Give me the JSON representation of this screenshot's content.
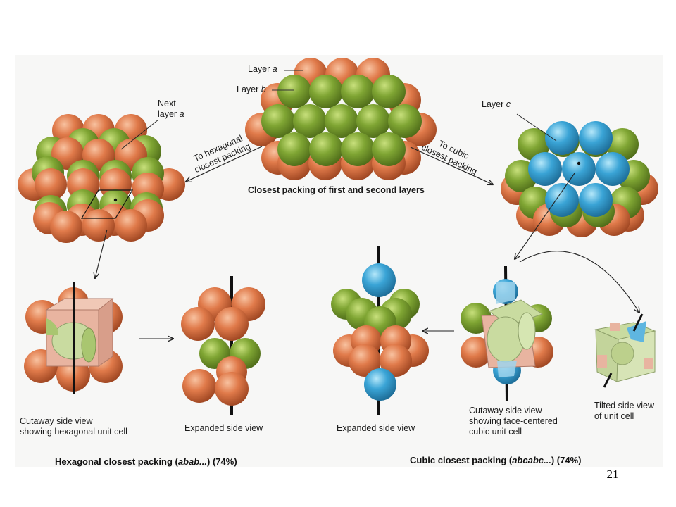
{
  "colors": {
    "layer_a_sphere": "#e07a4a",
    "layer_b_sphere": "#7fa533",
    "layer_c_sphere": "#3aa4d6",
    "unit_cell_face": "#e8b4a0",
    "cell_slice_green": "#c9dba0",
    "background_panel": "#f7f7f6"
  },
  "labels": {
    "layer_a": {
      "prefix": "Layer ",
      "letter": "a"
    },
    "layer_b": {
      "prefix": "Layer ",
      "letter": "b"
    },
    "layer_c": {
      "prefix": "Layer ",
      "letter": "c"
    },
    "next_layer_a": {
      "line1": "Next",
      "line2_prefix": "layer ",
      "letter": "a"
    },
    "to_hexagonal": {
      "line1": "To hexagonal",
      "line2": "closest packing"
    },
    "to_cubic": {
      "line1": "To cubic",
      "line2": "closest packing"
    },
    "closest_packing_first_second": "Closest packing of first and second layers",
    "cutaway_hex": {
      "line1": "Cutaway side view",
      "line2": "showing hexagonal unit cell"
    },
    "expanded_left": "Expanded side view",
    "expanded_right": "Expanded side view",
    "cutaway_fcc": {
      "line1": "Cutaway side view",
      "line2": "showing face-centered",
      "line3": "cubic unit cell"
    },
    "tilted": {
      "line1": "Tilted side view",
      "line2": "of unit cell"
    }
  },
  "captions": {
    "hexagonal": {
      "prefix": "Hexagonal closest packing (",
      "italic": "abab...",
      "suffix": ") (74%)"
    },
    "cubic": {
      "prefix": "Cubic closest packing (",
      "italic": "abcabc...",
      "suffix": ") (74%)"
    }
  },
  "page_number": "21"
}
